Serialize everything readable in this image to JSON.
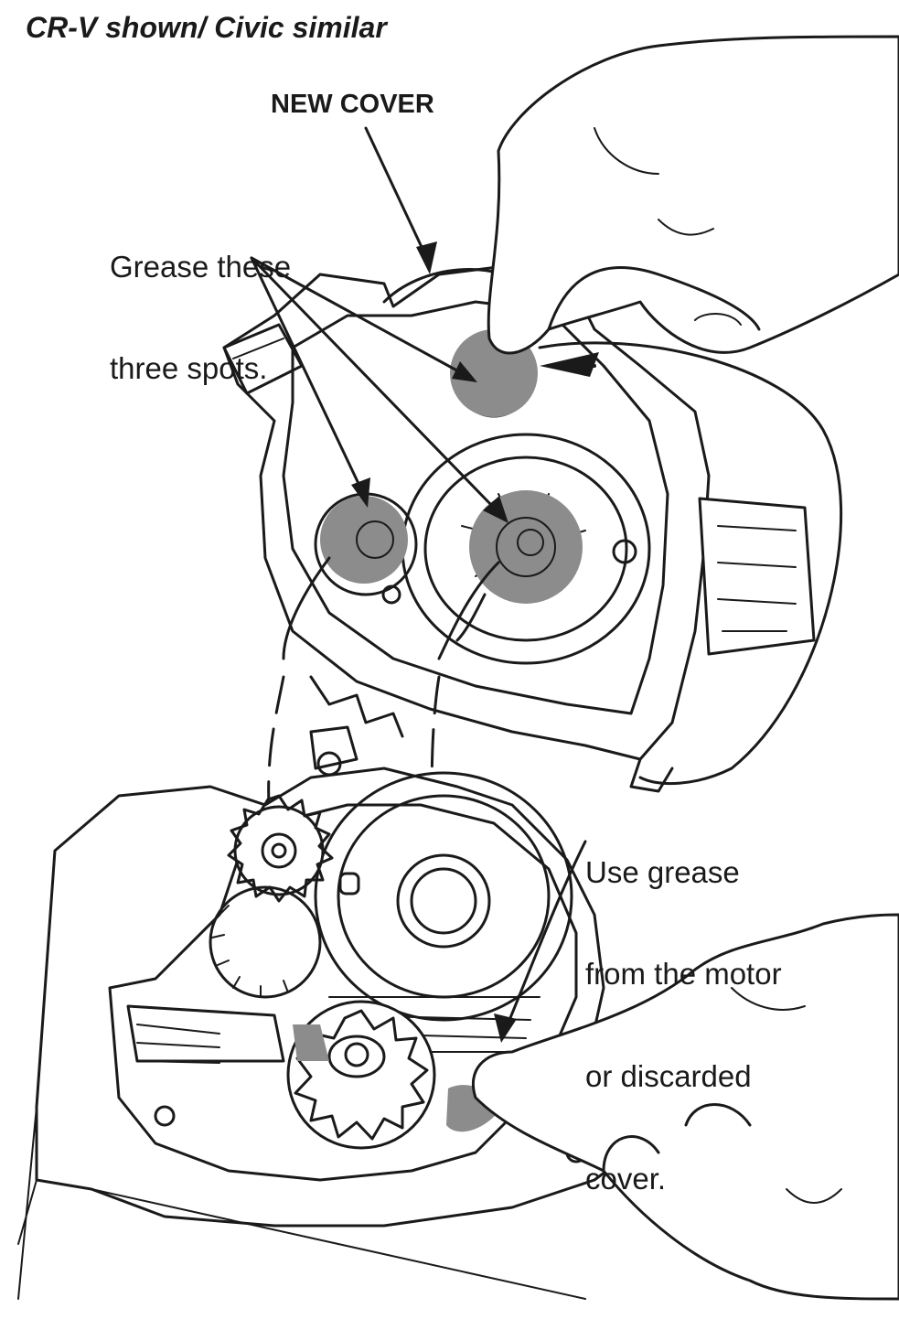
{
  "header": {
    "title": "CR-V shown/ Civic similar"
  },
  "callouts": {
    "new_cover": "NEW COVER",
    "grease_spots": [
      "Grease these",
      "three spots."
    ],
    "grease_source": [
      "Use grease",
      "from the motor",
      "or discarded",
      "cover."
    ]
  },
  "colors": {
    "ink": "#1a1a1a",
    "grease_highlight": "#8c8c8c",
    "background": "#ffffff"
  }
}
